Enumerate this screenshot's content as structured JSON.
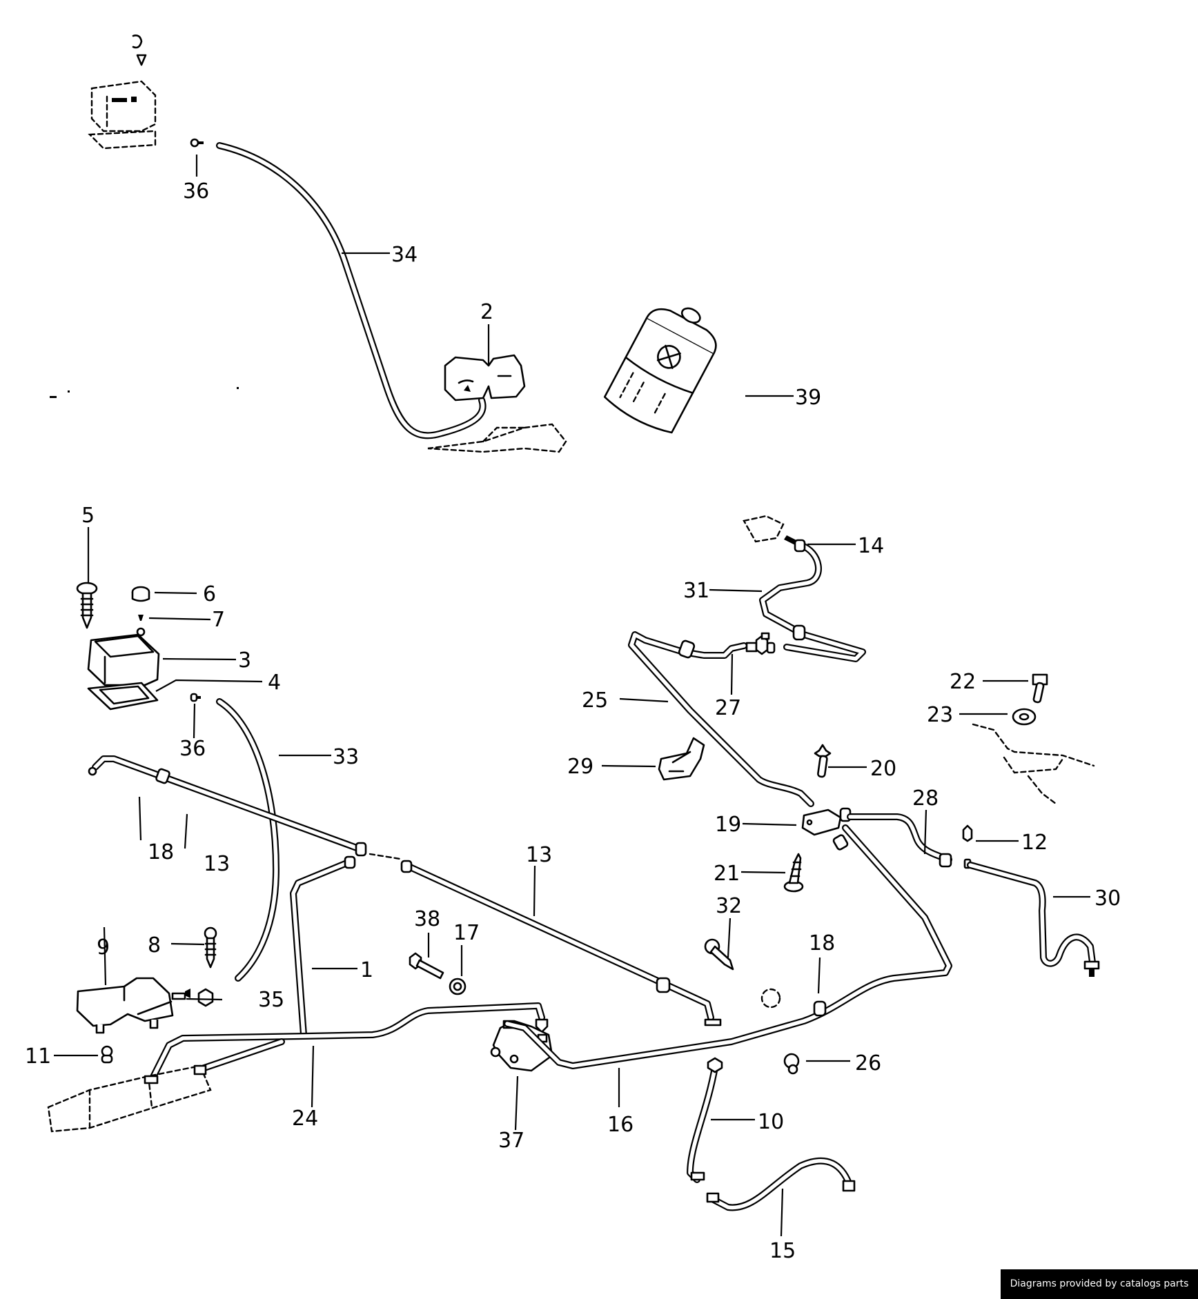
{
  "diagram": {
    "type": "exploded parts diagram",
    "subject": "brake / clutch hydraulic lines and reservoir",
    "callouts": [
      {
        "id": "c36a",
        "label": "36"
      },
      {
        "id": "c34",
        "label": "34"
      },
      {
        "id": "c2",
        "label": "2"
      },
      {
        "id": "c39",
        "label": "39"
      },
      {
        "id": "c5",
        "label": "5"
      },
      {
        "id": "c6",
        "label": "6"
      },
      {
        "id": "c7",
        "label": "7"
      },
      {
        "id": "c3",
        "label": "3"
      },
      {
        "id": "c4",
        "label": "4"
      },
      {
        "id": "c36b",
        "label": "36"
      },
      {
        "id": "c33",
        "label": "33"
      },
      {
        "id": "c18a",
        "label": "18"
      },
      {
        "id": "c13a",
        "label": "13"
      },
      {
        "id": "c13b",
        "label": "13"
      },
      {
        "id": "c1",
        "label": "1"
      },
      {
        "id": "c9",
        "label": "9"
      },
      {
        "id": "c8",
        "label": "8"
      },
      {
        "id": "c35",
        "label": "35"
      },
      {
        "id": "c11",
        "label": "11"
      },
      {
        "id": "c24",
        "label": "24"
      },
      {
        "id": "c38",
        "label": "38"
      },
      {
        "id": "c17",
        "label": "17"
      },
      {
        "id": "c37",
        "label": "37"
      },
      {
        "id": "c16",
        "label": "16"
      },
      {
        "id": "c14",
        "label": "14"
      },
      {
        "id": "c31",
        "label": "31"
      },
      {
        "id": "c25",
        "label": "25"
      },
      {
        "id": "c27",
        "label": "27"
      },
      {
        "id": "c29",
        "label": "29"
      },
      {
        "id": "c20",
        "label": "20"
      },
      {
        "id": "c19",
        "label": "19"
      },
      {
        "id": "c21",
        "label": "21"
      },
      {
        "id": "c32",
        "label": "32"
      },
      {
        "id": "c18b",
        "label": "18"
      },
      {
        "id": "c26",
        "label": "26"
      },
      {
        "id": "c10",
        "label": "10"
      },
      {
        "id": "c15",
        "label": "15"
      },
      {
        "id": "c22",
        "label": "22"
      },
      {
        "id": "c23",
        "label": "23"
      },
      {
        "id": "c28",
        "label": "28"
      },
      {
        "id": "c12",
        "label": "12"
      },
      {
        "id": "c30",
        "label": "30"
      }
    ]
  },
  "footer": {
    "credit": "Diagrams provided by catalogs parts"
  }
}
